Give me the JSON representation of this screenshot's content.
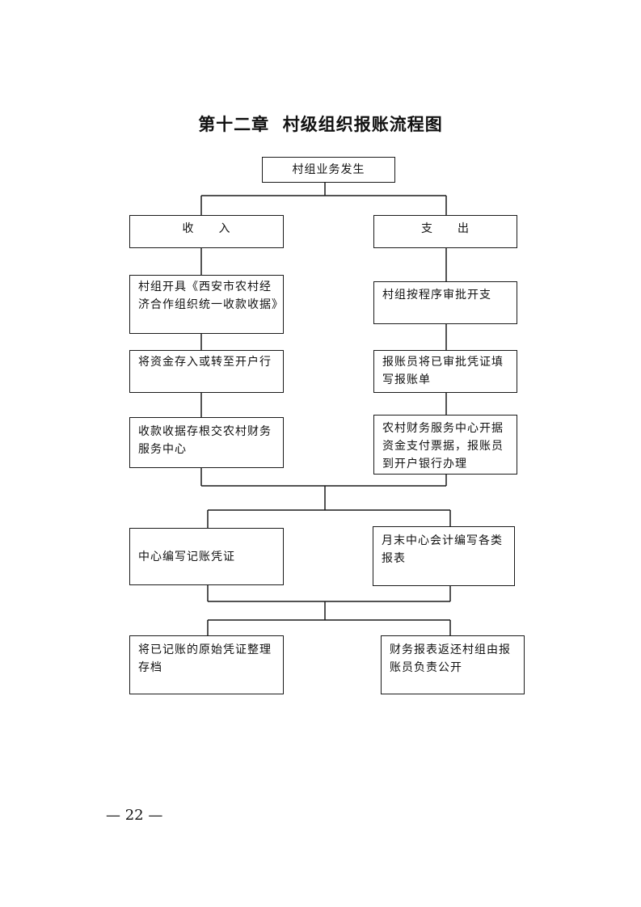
{
  "title": "第十二章  村级组织报账流程图",
  "page_number": "— 22 —",
  "nodes": {
    "start": "村组业务发生",
    "income": "收　　入",
    "expense": "支　　出",
    "income_step1": "村组开具《西安市农村经济合作组织统一收款收据》",
    "income_step2": "将资金存入或转至开户行",
    "income_step3": "收款收据存根交农村财务服务中心",
    "expense_step1": "村组按程序审批开支",
    "expense_step2": "报账员将已审批凭证填写报账单",
    "expense_step3": "农村财务服务中心开据资金支付票据，报账员到开户银行办理",
    "center_voucher": "中心编写记账凭证",
    "monthly_report": "月末中心会计编写各类报表",
    "archive": "将已记账的原始凭证整理存档",
    "report_return": "财务报表返还村组由报账员负责公开"
  },
  "edges": [
    [
      "start",
      "income"
    ],
    [
      "start",
      "expense"
    ],
    [
      "income",
      "income_step1"
    ],
    [
      "income_step1",
      "income_step2"
    ],
    [
      "income_step2",
      "income_step3"
    ],
    [
      "expense",
      "expense_step1"
    ],
    [
      "expense_step1",
      "expense_step2"
    ],
    [
      "expense_step2",
      "expense_step3"
    ],
    [
      "income_step3",
      "center_voucher"
    ],
    [
      "expense_step3",
      "center_voucher"
    ],
    [
      "income_step3",
      "monthly_report"
    ],
    [
      "expense_step3",
      "monthly_report"
    ],
    [
      "center_voucher",
      "archive"
    ],
    [
      "monthly_report",
      "archive"
    ],
    [
      "center_voucher",
      "report_return"
    ],
    [
      "monthly_report",
      "report_return"
    ]
  ]
}
